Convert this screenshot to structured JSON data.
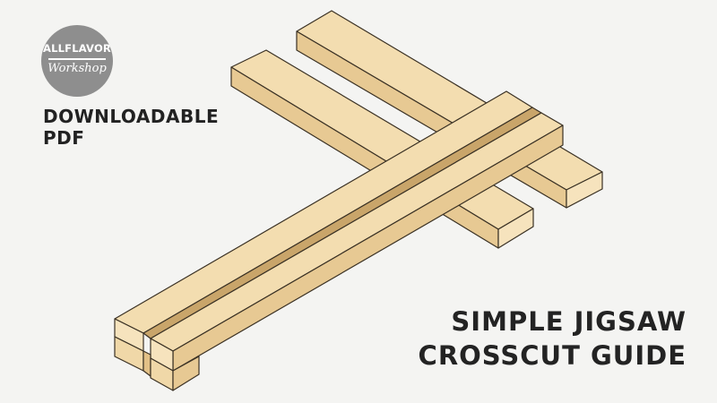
{
  "logo": {
    "brand": "ALLFLAVOR",
    "script": "Workshop"
  },
  "badge": {
    "line1": "DOWNLOADABLE",
    "line2": "PDF"
  },
  "title": {
    "line1": "SIMPLE JIGSAW",
    "line2": "CROSSCUT GUIDE"
  },
  "colors": {
    "background": "#f4f4f2",
    "wood_top": "#f3ddb0",
    "wood_side": "#e7c993",
    "wood_end": "#f6e3bd",
    "edge": "#3a3124",
    "logo_circle": "#8e8e8e",
    "text": "#232323"
  }
}
